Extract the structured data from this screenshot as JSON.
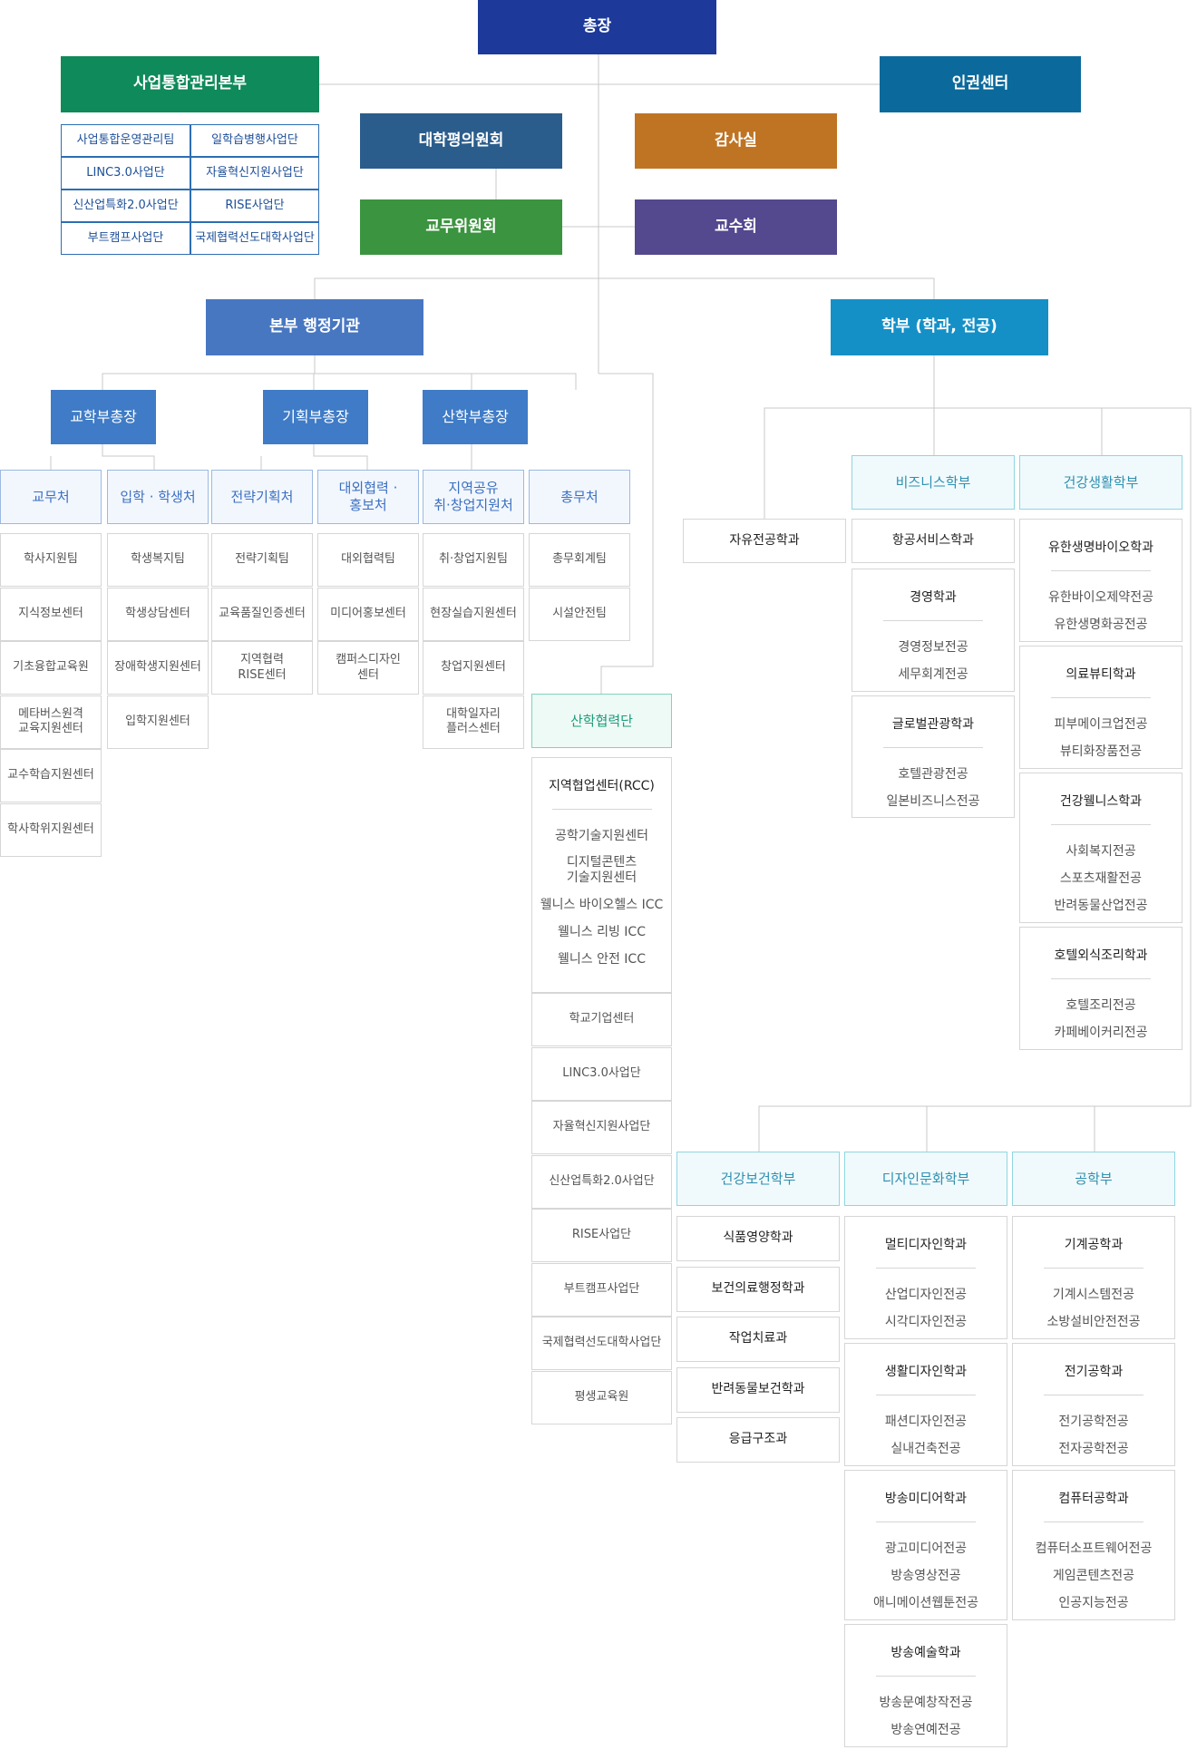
{
  "top": {
    "president": "총장",
    "business_hq": "사업통합관리본부",
    "human_rights": "인권센터",
    "univ_council": "대학평의원회",
    "audit": "감사실",
    "academic_committee": "교무위원회",
    "faculty_council": "교수회",
    "admin_hq": "본부 행정기관",
    "schools": "학부 (학과, 전공)"
  },
  "business_units": [
    "사업통합운영관리팀",
    "일학습병행사업단",
    "LINC3.0사업단",
    "자율혁신지원사업단",
    "신산업특화2.0사업단",
    "RISE사업단",
    "부트캠프사업단",
    "국제협력선도대학사업단"
  ],
  "vps": [
    "교학부총장",
    "기획부총장",
    "산학부총장"
  ],
  "offices": [
    {
      "title": "교무처",
      "items": [
        "학사지원팀",
        "지식정보센터",
        "기초융합교육원",
        "메타버스원격\n교육지원센터",
        "교수학습지원센터",
        "학사학위지원센터"
      ]
    },
    {
      "title": "입학 · 학생처",
      "items": [
        "학생복지팀",
        "학생상담센터",
        "장애학생지원센터",
        "입학지원센터"
      ]
    },
    {
      "title": "전략기획처",
      "items": [
        "전략기획팀",
        "교육품질인증센터",
        "지역협력\nRISE센터"
      ]
    },
    {
      "title": "대외협력 ·\n홍보처",
      "items": [
        "대외협력팀",
        "미디어홍보센터",
        "캠퍼스디자인\n센터"
      ]
    },
    {
      "title": "지역공유\n취·창업지원처",
      "items": [
        "취·창업지원팀",
        "현장실습지원센터",
        "창업지원센터",
        "대학일자리\n플러스센터"
      ]
    },
    {
      "title": "총무처",
      "items": [
        "총무회계팀",
        "시설안전팀"
      ]
    }
  ],
  "industry": {
    "title": "산학협력단",
    "rcc_title": "지역협업센터(RCC)",
    "rcc_items": [
      "공학기술지원센터",
      "디지털콘텐츠\n기술지원센터",
      "웰니스 바이오헬스 ICC",
      "웰니스 리빙 ICC",
      "웰니스 안전 ICC"
    ],
    "items": [
      "학교기업센터",
      "LINC3.0사업단",
      "자율혁신지원사업단",
      "신산업특화2.0사업단",
      "RISE사업단",
      "부트캠프사업단",
      "국제협력선도대학사업단",
      "평생교육원"
    ]
  },
  "free_major": "자유전공학과",
  "business_school": {
    "title": "비즈니스학부",
    "depts": [
      {
        "name": "항공서비스학과",
        "majors": []
      },
      {
        "name": "경영학과",
        "majors": [
          "경영정보전공",
          "세무회계전공"
        ]
      },
      {
        "name": "글로벌관광학과",
        "majors": [
          "호텔관광전공",
          "일본비즈니스전공"
        ]
      }
    ]
  },
  "health_life_school": {
    "title": "건강생활학부",
    "depts": [
      {
        "name": "유한생명바이오학과",
        "majors": [
          "유한바이오제약전공",
          "유한생명화공전공"
        ]
      },
      {
        "name": "의료뷰티학과",
        "majors": [
          "피부메이크업전공",
          "뷰티화장품전공"
        ]
      },
      {
        "name": "건강웰니스학과",
        "majors": [
          "사회복지전공",
          "스포츠재활전공",
          "반려동물산업전공"
        ]
      },
      {
        "name": "호텔외식조리학과",
        "majors": [
          "호텔조리전공",
          "카페베이커리전공"
        ]
      }
    ]
  },
  "health_care_school": {
    "title": "건강보건학부",
    "depts": [
      "식품영양학과",
      "보건의료행정학과",
      "작업치료과",
      "반려동물보건학과",
      "응급구조과"
    ]
  },
  "design_school": {
    "title": "디자인문화학부",
    "depts": [
      {
        "name": "멀티디자인학과",
        "majors": [
          "산업디자인전공",
          "시각디자인전공"
        ]
      },
      {
        "name": "생활디자인학과",
        "majors": [
          "패션디자인전공",
          "실내건축전공"
        ]
      },
      {
        "name": "방송미디어학과",
        "majors": [
          "광고미디어전공",
          "방송영상전공",
          "애니메이션웹툰전공"
        ]
      },
      {
        "name": "방송예술학과",
        "majors": [
          "방송문예창작전공",
          "방송연예전공"
        ]
      }
    ]
  },
  "engineering_school": {
    "title": "공학부",
    "depts": [
      {
        "name": "기계공학과",
        "majors": [
          "기계시스템전공",
          "소방설비안전전공"
        ]
      },
      {
        "name": "전기공학과",
        "majors": [
          "전기공학전공",
          "전자공학전공"
        ]
      },
      {
        "name": "컴퓨터공학과",
        "majors": [
          "컴퓨터소프트웨어전공",
          "게임콘텐츠전공",
          "인공지능전공"
        ]
      }
    ]
  },
  "colors": {
    "president": "#1d3a9a",
    "business_hq": "#0f8a5b",
    "human_rights": "#0b6a9b",
    "univ_council": "#2b5d8c",
    "audit": "#bf7423",
    "academic_committee": "#3b943f",
    "faculty_council": "#54488f",
    "admin_hq": "#4877c2",
    "schools": "#1590c7"
  }
}
